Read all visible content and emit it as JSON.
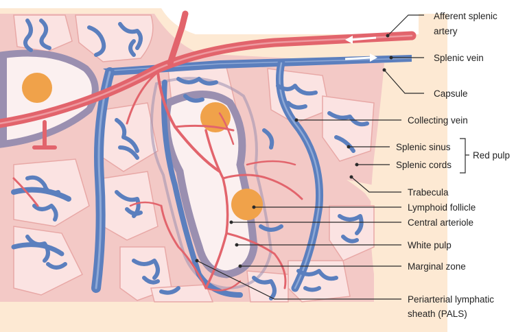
{
  "labels": {
    "afferent_line1": "Afferent splenic",
    "afferent_line2": "artery",
    "splenic_vein": "Splenic vein",
    "capsule": "Capsule",
    "collecting_vein": "Collecting vein",
    "splenic_sinus": "Splenic sinus",
    "red_pulp": "Red pulp",
    "splenic_cords": "Splenic cords",
    "trabecula": "Trabecula",
    "lymphoid_follicle": "Lymphoid follicle",
    "central_arteriole": "Central arteriole",
    "white_pulp": "White pulp",
    "marginal_zone": "Marginal zone",
    "pals_line1": "Periarterial lymphatic",
    "pals_line2": "sheath (PALS)"
  },
  "colors": {
    "capsule": "#fde9d3",
    "tissue": "#f3c9c6",
    "cord": "#fbe3e2",
    "vein": "#5b7fbe",
    "vein_light": "#8fa9d6",
    "artery": "#e2646c",
    "follicle": "#f0a24a",
    "white_pulp": "#fbf0f0",
    "marginal": "#9a8fb0"
  }
}
